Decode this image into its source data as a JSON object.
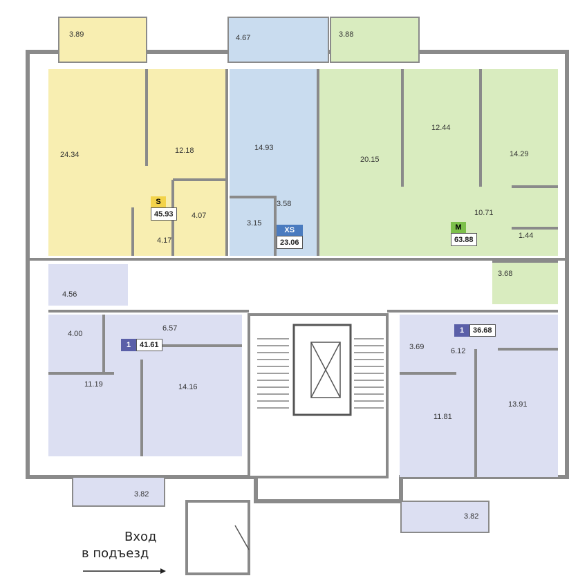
{
  "colors": {
    "apt_s": "#f8eeb1",
    "apt_xs": "#c9dcef",
    "apt_m": "#d9ecbf",
    "apt_1": "#dcdff2",
    "wall": "#8a8a8a",
    "tag_s": "#f3d34a",
    "tag_xs": "#4a7bbf",
    "tag_m": "#7cc04a",
    "tag_1": "#5a5fa8"
  },
  "apartments": {
    "s": {
      "code": "S",
      "area": "45.93"
    },
    "xs": {
      "code": "XS",
      "area": "23.06"
    },
    "m": {
      "code": "M",
      "area": "63.88"
    },
    "one_left": {
      "code": "1",
      "area": "41.61"
    },
    "one_right": {
      "code": "1",
      "area": "36.68"
    }
  },
  "rooms": {
    "s_balcony": "3.89",
    "s_living": "24.34",
    "s_bedroom": "12.18",
    "s_bath": "4.07",
    "s_hall": "4.17",
    "xs_balcony": "4.67",
    "xs_living": "14.93",
    "xs_hall": "3.58",
    "xs_bath": "3.15",
    "m_balcony": "3.88",
    "m_living": "20.15",
    "m_room2": "12.44",
    "m_bedroom": "14.29",
    "m_hall": "10.71",
    "m_wc": "1.44",
    "m_bath": "3.68",
    "l_storage": "4.56",
    "l_bath": "4.00",
    "l_hall": "6.57",
    "l_kitchen": "11.19",
    "l_bedroom": "14.16",
    "l_balcony": "3.82",
    "r_bath": "3.69",
    "r_hall": "6.12",
    "r_kitchen": "11.81",
    "r_bedroom": "13.91",
    "r_balcony": "3.82"
  },
  "entrance": {
    "line1": "Вход",
    "line2": "в подъезд"
  }
}
